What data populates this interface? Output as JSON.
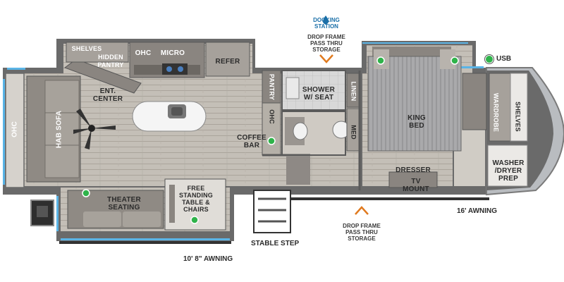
{
  "labels": {
    "ohc_front": "OHC",
    "hab_sofa": "HAB SOFA",
    "shelves_kitchen": "SHELVES",
    "hidden_pantry": "HIDDEN\nPANTRY",
    "ohc_kitchen": "OHC",
    "micro": "MICRO",
    "refer": "REFER",
    "ent_center": "ENT.\nCENTER",
    "pantry": "PANTRY",
    "ohc_bath": "OHC",
    "coffee_bar": "COFFEE\nBAR",
    "shower": "SHOWER\nW/ SEAT",
    "linen": "LINEN",
    "med": "MED",
    "king_bed": "KING\nBED",
    "dresser": "DRESSER",
    "tv_mount": "TV\nMOUNT",
    "wardrobe": "WARDROBE",
    "shelves_bedroom": "SHELVES",
    "washer_dryer": "WASHER\n/DRYER\nPREP",
    "theater_seating": "THEATER\nSEATING",
    "free_standing": "FREE\nSTANDING\nTABLE &\nCHAIRS",
    "docking_station": "DOCKING\nSTATION",
    "drop_frame_top": "DROP FRAME\nPASS THRU\nSTORAGE",
    "drop_frame_bottom": "DROP FRAME\nPASS THRU\nSTORAGE",
    "usb": "USB",
    "stable_step": "STABLE STEP",
    "awning_right": "16' AWNING",
    "awning_left": "10' 8\" AWNING"
  },
  "colors": {
    "wall": "#5c5c5c",
    "floor": "#bdb8b0",
    "cabinet": "#8a8580",
    "window": "#5ab4e6",
    "usb_dot": "#2fb34a",
    "arrow": "#e07a1f",
    "bed": "#a9a9ab"
  },
  "icons": {
    "usb": "usb-dot-icon",
    "docking": "water-drop-icon",
    "storage": "chevron-arrow-icon",
    "fan": "ceiling-fan-icon"
  }
}
